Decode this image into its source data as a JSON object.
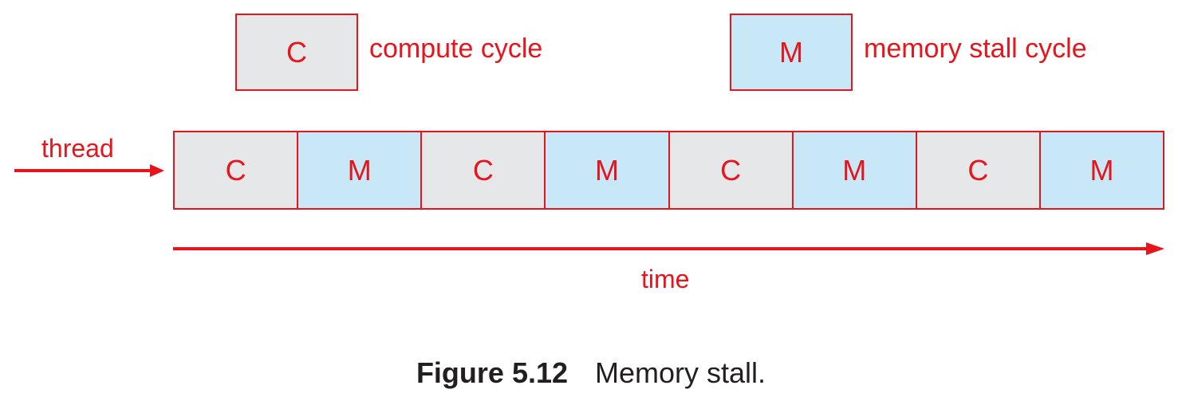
{
  "colors": {
    "accent": "#e8141c",
    "compute_fill": "#e6e7e8",
    "memory_fill": "#c8e8f8",
    "caption_text": "#231f20"
  },
  "legend": {
    "compute": {
      "symbol": "C",
      "label": "compute cycle"
    },
    "memory": {
      "symbol": "M",
      "label": "memory stall cycle"
    }
  },
  "thread_label": "thread",
  "cycles": [
    {
      "type": "compute",
      "symbol": "C"
    },
    {
      "type": "memory",
      "symbol": "M"
    },
    {
      "type": "compute",
      "symbol": "C"
    },
    {
      "type": "memory",
      "symbol": "M"
    },
    {
      "type": "compute",
      "symbol": "C"
    },
    {
      "type": "memory",
      "symbol": "M"
    },
    {
      "type": "compute",
      "symbol": "C"
    },
    {
      "type": "memory",
      "symbol": "M"
    }
  ],
  "time_label": "time",
  "caption": {
    "number": "Figure 5.12",
    "text": "Memory stall."
  }
}
